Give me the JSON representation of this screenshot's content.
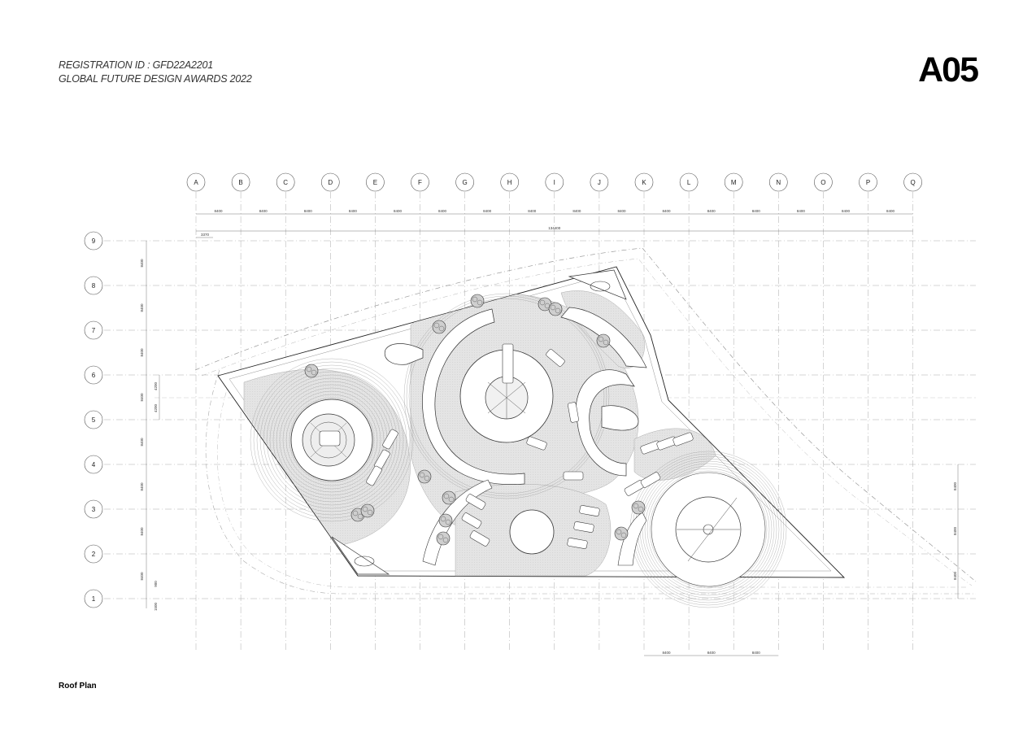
{
  "header": {
    "registration": "REGISTRATION ID : GFD22A2201",
    "award": "GLOBAL FUTURE DESIGN AWARDS 2022"
  },
  "sheet_number": "A05",
  "drawing_title": "Roof Plan",
  "grid": {
    "columns": [
      "A",
      "B",
      "C",
      "D",
      "E",
      "F",
      "G",
      "H",
      "I",
      "J",
      "K",
      "L",
      "M",
      "N",
      "O",
      "P",
      "Q"
    ],
    "rows": [
      "9",
      "8",
      "7",
      "6",
      "5",
      "4",
      "3",
      "2",
      "1"
    ],
    "bay_dimension": "8400",
    "overall_dimension": "134400",
    "offset_dimension": "3370",
    "row_half_dimensions": [
      "4200",
      "4200"
    ],
    "edge_dimensions": [
      "900",
      "1500"
    ]
  }
}
